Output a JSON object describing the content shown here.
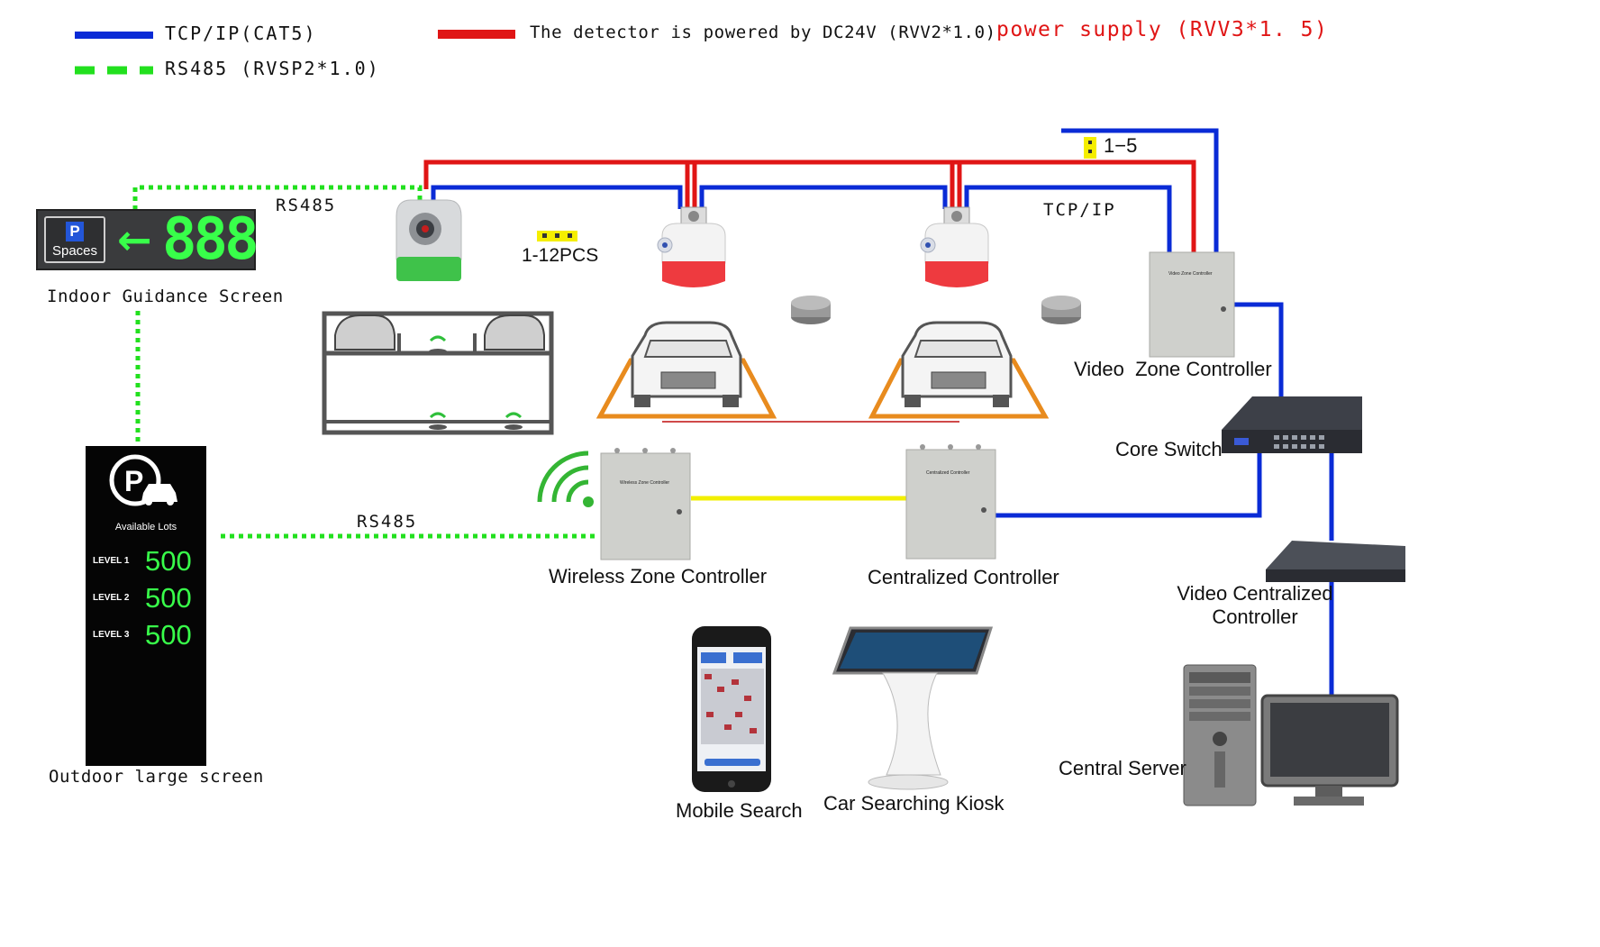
{
  "legend": {
    "tcpip": "TCP/IP(CAT5)",
    "rs485": "RS485 (RVSP2*1.0)",
    "detector_power": "The detector is powered by DC24V (RVV2*1.0)",
    "power_supply": "power supply (RVV3*1. 5)"
  },
  "colors": {
    "tcpip": "#0a2bd6",
    "rs485": "#22e01e",
    "power": "#e01515",
    "link": "#f2ef00",
    "bay": "#e88b1e",
    "digits": "#38ff4a"
  },
  "labels": {
    "rs485_top": "RS485",
    "rs485_bottom": "RS485",
    "tcpip_top": "TCP/IP",
    "range_1_5": "1−5",
    "range_1_12": "1-12PCS"
  },
  "indoor_screen": {
    "p": "P",
    "spaces": "Spaces",
    "arrow": "←",
    "count": "888",
    "caption": "Indoor Guidance Screen"
  },
  "outdoor_screen": {
    "available": "Available Lots",
    "levels": [
      {
        "name": "LEVEL 1",
        "value": "500"
      },
      {
        "name": "LEVEL 2",
        "value": "500"
      },
      {
        "name": "LEVEL 3",
        "value": "500"
      }
    ],
    "caption": "Outdoor large screen"
  },
  "devices": {
    "video_zone_controller": "Video  Zone Controller",
    "video_zone_controller_plate": "Video Zone Controller",
    "core_switch": "Core Switch",
    "wireless_zone_controller": "Wireless Zone Controller",
    "wireless_zone_controller_plate": "Wireless Zone Controller",
    "centralized_controller": "Centralized Controller",
    "centralized_controller_plate": "Centralized Controller",
    "video_centralized_controller": "Video Centralized Controller",
    "central_server": "Central Server",
    "mobile_search": "Mobile Search",
    "car_searching_kiosk": "Car Searching Kiosk"
  }
}
